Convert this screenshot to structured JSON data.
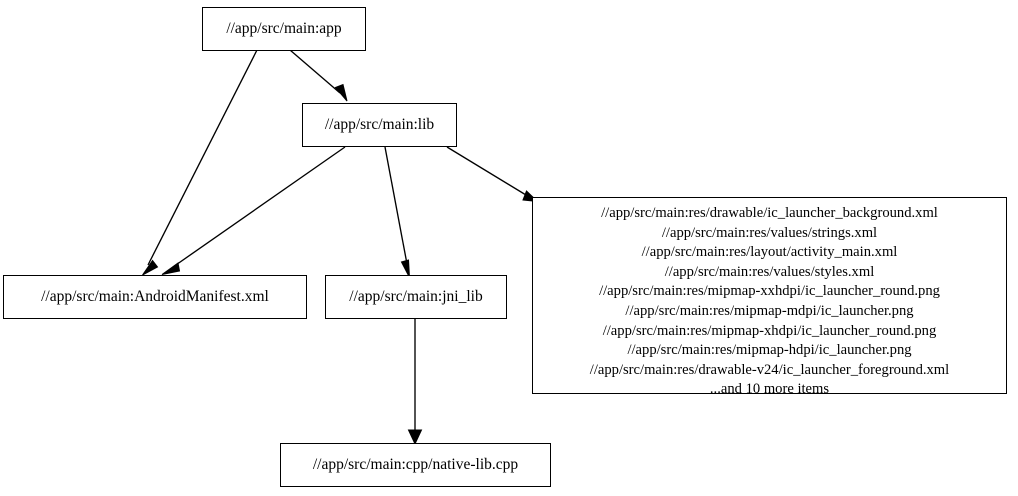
{
  "diagram": {
    "type": "dependency-graph",
    "background_color": "#ffffff",
    "line_color": "#000000",
    "node_fill": "#ffffff",
    "nodes": [
      {
        "id": "app",
        "label": "//app/src/main:app"
      },
      {
        "id": "lib",
        "label": "//app/src/main:lib"
      },
      {
        "id": "manifest",
        "label": "//app/src/main:AndroidManifest.xml"
      },
      {
        "id": "jni_lib",
        "label": "//app/src/main:jni_lib"
      },
      {
        "id": "res_bundle",
        "label": "//app/src/main:res/drawable/ic_launcher_background.xml\n//app/src/main:res/values/strings.xml\n//app/src/main:res/layout/activity_main.xml\n//app/src/main:res/values/styles.xml\n//app/src/main:res/mipmap-xxhdpi/ic_launcher_round.png\n//app/src/main:res/mipmap-mdpi/ic_launcher.png\n//app/src/main:res/mipmap-xhdpi/ic_launcher_round.png\n//app/src/main:res/mipmap-hdpi/ic_launcher.png\n//app/src/main:res/drawable-v24/ic_launcher_foreground.xml\n...and 10 more items",
        "lines": [
          "//app/src/main:res/drawable/ic_launcher_background.xml",
          "//app/src/main:res/values/strings.xml",
          "//app/src/main:res/layout/activity_main.xml",
          "//app/src/main:res/values/styles.xml",
          "//app/src/main:res/mipmap-xxhdpi/ic_launcher_round.png",
          "//app/src/main:res/mipmap-mdpi/ic_launcher.png",
          "//app/src/main:res/mipmap-xhdpi/ic_launcher_round.png",
          "//app/src/main:res/mipmap-hdpi/ic_launcher.png",
          "//app/src/main:res/drawable-v24/ic_launcher_foreground.xml",
          "...and 10 more items"
        ]
      },
      {
        "id": "native_lib",
        "label": "//app/src/main:cpp/native-lib.cpp"
      }
    ],
    "edges": [
      {
        "from": "app",
        "to": "lib"
      },
      {
        "from": "app",
        "to": "manifest"
      },
      {
        "from": "lib",
        "to": "manifest"
      },
      {
        "from": "lib",
        "to": "jni_lib"
      },
      {
        "from": "lib",
        "to": "res_bundle"
      },
      {
        "from": "jni_lib",
        "to": "native_lib"
      }
    ]
  }
}
